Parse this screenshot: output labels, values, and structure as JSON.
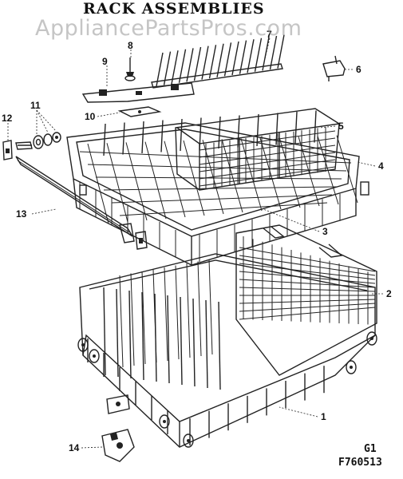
{
  "title": "RACK ASSEMBLIES",
  "watermark": "AppliancePartsPros.com",
  "diagram_code": "G1",
  "diagram_number": "F760513",
  "callouts": [
    {
      "id": "c1",
      "label": "1"
    },
    {
      "id": "c2",
      "label": "2"
    },
    {
      "id": "c3",
      "label": "3"
    },
    {
      "id": "c4",
      "label": "4"
    },
    {
      "id": "c5",
      "label": "5"
    },
    {
      "id": "c6",
      "label": "6"
    },
    {
      "id": "c7",
      "label": "7"
    },
    {
      "id": "c8",
      "label": "8"
    },
    {
      "id": "c9",
      "label": "9"
    },
    {
      "id": "c10",
      "label": "10"
    },
    {
      "id": "c11",
      "label": "11"
    },
    {
      "id": "c12",
      "label": "12"
    },
    {
      "id": "c13",
      "label": "13"
    },
    {
      "id": "c14",
      "label": "14"
    }
  ]
}
